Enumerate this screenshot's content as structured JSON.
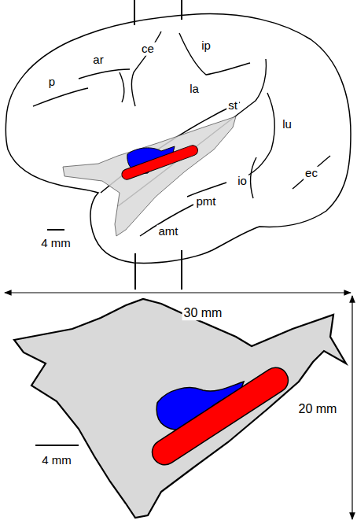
{
  "diagram": {
    "labels": [
      "p",
      "ar",
      "ce",
      "ip",
      "la",
      "st",
      "lu",
      "ec",
      "io",
      "pmt",
      "amt",
      "4 mm",
      "30 mm",
      "20 mm",
      "4 mm"
    ]
  }
}
